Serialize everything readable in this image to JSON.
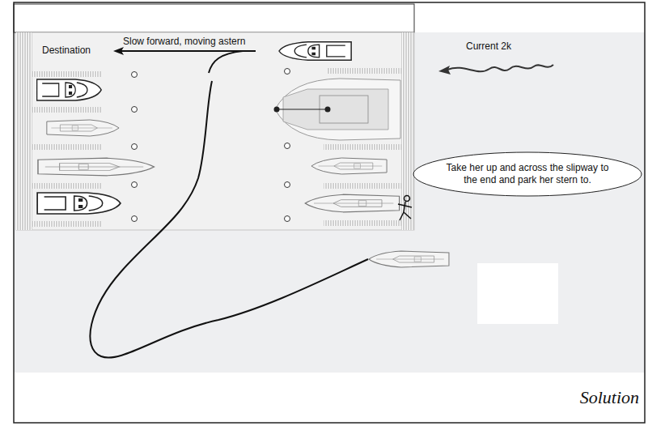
{
  "diagram": {
    "caption": "Solution",
    "nodes": [
      {
        "text": [
          "Take her up and across the slipway to the end and park her stern to."
        ]
      }
    ],
    "labels": [
      "Destination",
      "Slow forward, moving astern",
      "Current 2k"
    ]
  }
}
